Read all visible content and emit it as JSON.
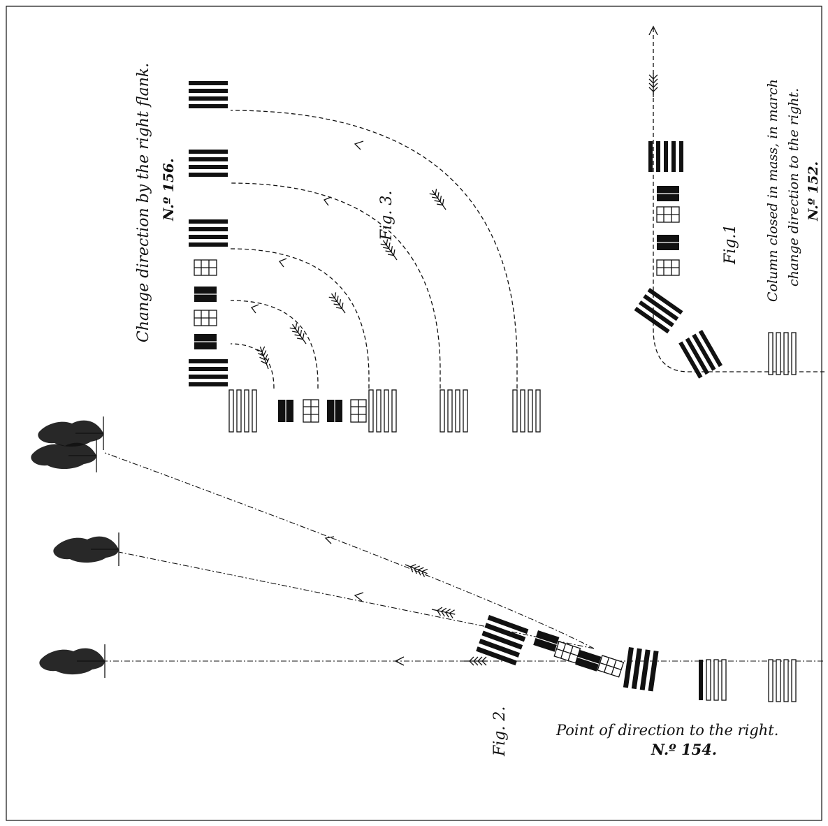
{
  "figures": {
    "fig1": {
      "fig_label": "Fig.1",
      "title_lines": [
        "Column closed in mass, in march",
        "change direction to the right."
      ],
      "number": "N.º 152."
    },
    "fig2": {
      "fig_label": "Fig. 2.",
      "title": "Point of direction to the right.",
      "number": "N.º 154."
    },
    "fig3": {
      "fig_label": "Fig. 3.",
      "title": "Change direction by the right flank.",
      "number": "N.º 156."
    }
  },
  "icons": {
    "tree": "tree-icon",
    "arrowhead": "arrowhead-icon",
    "feather_arrow": "feather-arrow-icon"
  },
  "colors": {
    "ink": "#111111",
    "paper": "#ffffff"
  }
}
